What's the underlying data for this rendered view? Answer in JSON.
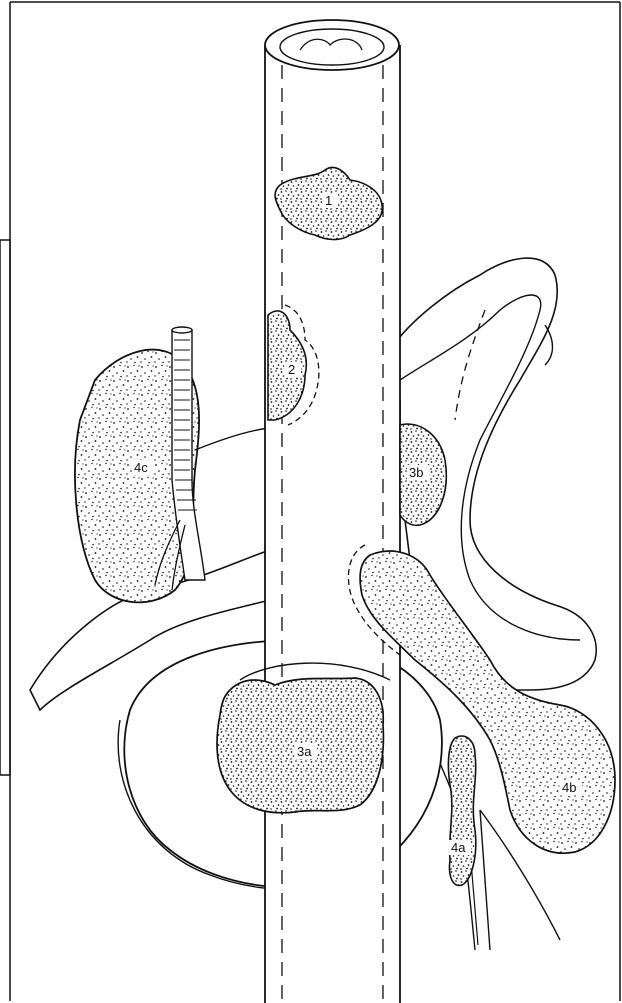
{
  "diagram": {
    "labels": {
      "l1": "1",
      "l2": "2",
      "l3a": "3a",
      "l3b": "3b",
      "l4a": "4a",
      "l4b": "4b",
      "l4c": "4c"
    }
  }
}
